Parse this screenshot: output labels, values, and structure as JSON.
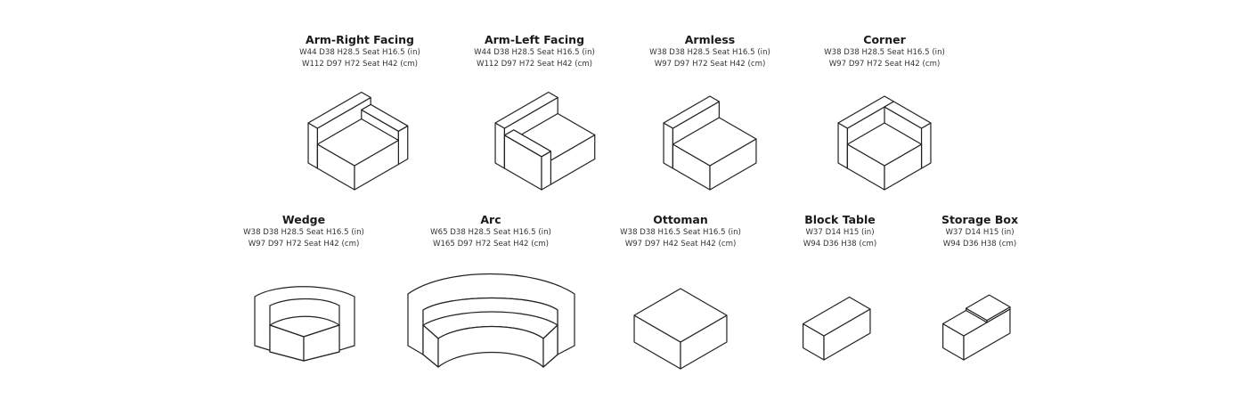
{
  "modules": [
    {
      "id": "arm-right-facing",
      "name": "Arm-Right Facing",
      "in": "W44 D38 H28.5 Seat H16.5 (in)",
      "cm": "W112 D97 H72 Seat H42 (cm)"
    },
    {
      "id": "arm-left-facing",
      "name": "Arm-Left Facing",
      "in": "W44 D38 H28.5 Seat H16.5 (in)",
      "cm": "W112 D97 H72 Seat H42 (cm)"
    },
    {
      "id": "armless",
      "name": "Armless",
      "in": "W38 D38 H28.5 Seat H16.5 (in)",
      "cm": "W97 D97 H72 Seat H42 (cm)"
    },
    {
      "id": "corner",
      "name": "Corner",
      "in": "W38 D38 H28.5 Seat H16.5 (in)",
      "cm": "W97 D97 H72 Seat H42 (cm)"
    },
    {
      "id": "wedge",
      "name": "Wedge",
      "in": "W38 D38 H28.5 Seat H16.5 (in)",
      "cm": "W97 D97 H72 Seat H42 (cm)"
    },
    {
      "id": "arc",
      "name": "Arc",
      "in": "W65 D38 H28.5 Seat H16.5 (in)",
      "cm": "W165 D97 H72 Seat H42 (cm)"
    },
    {
      "id": "ottoman",
      "name": "Ottoman",
      "in": "W38 D38 H16.5 Seat H16.5 (in)",
      "cm": "W97 D97 H42 Seat H42 (cm)"
    },
    {
      "id": "block-table",
      "name": "Block Table",
      "in": "W37 D14 H15 (in)",
      "cm": "W94 D36 H38 (cm)"
    },
    {
      "id": "storage-box",
      "name": "Storage Box",
      "in": "W37 D14 H15 (in)",
      "cm": "W94 D36 H38 (cm)"
    }
  ]
}
